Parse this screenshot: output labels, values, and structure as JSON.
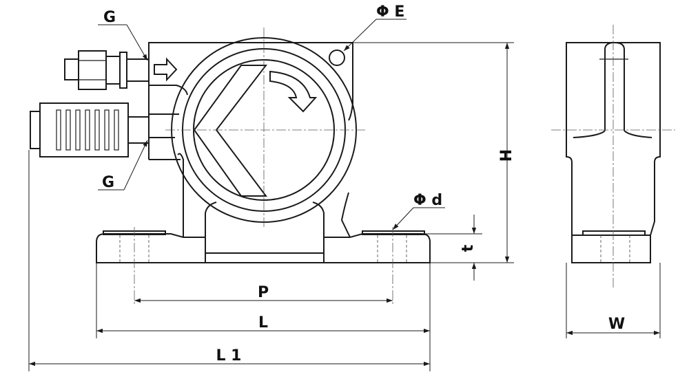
{
  "labels": {
    "g_top": "G",
    "g_bottom": "G",
    "phi_e": "Φ E",
    "phi_d": "Φ d",
    "h": "H",
    "t": "t",
    "p": "P",
    "l": "L",
    "l1": "L 1",
    "w": "W"
  }
}
